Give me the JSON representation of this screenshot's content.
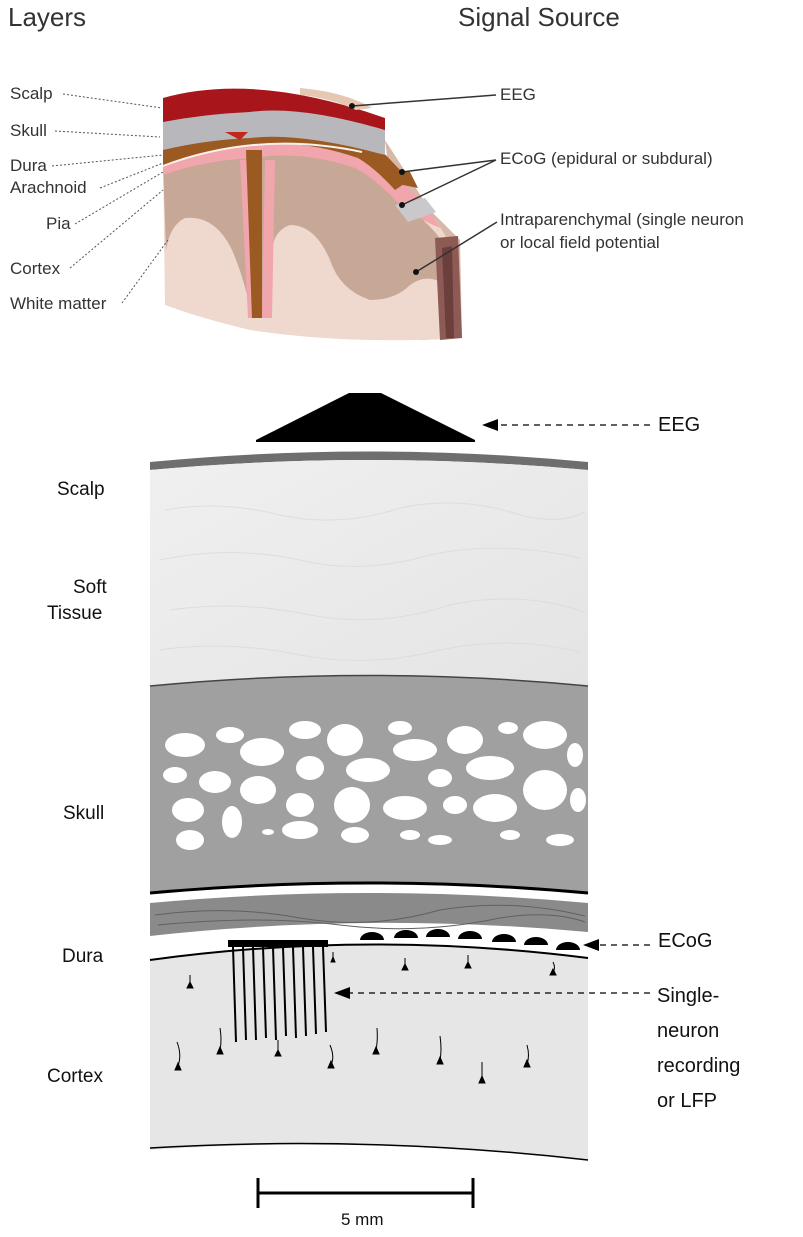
{
  "headers": {
    "layers": "Layers",
    "signal_source": "Signal Source"
  },
  "top_diagram": {
    "layers": [
      "Scalp",
      "Skull",
      "Dura",
      "Arachnoid",
      "Pia",
      "Cortex",
      "White matter"
    ],
    "sources": {
      "eeg": "EEG",
      "ecog": "ECoG (epidural or subdural)",
      "intra_line1": "Intraparenchymal (single neuron",
      "intra_line2": "or local field potential"
    },
    "colors": {
      "scalp": "#a8161c",
      "skull": "#b8b8bc",
      "dura": "#9a5a22",
      "pia": "#f1a5ad",
      "cortex": "#c7a796",
      "white_matter": "#efd9cf"
    }
  },
  "bottom_diagram": {
    "layers": {
      "scalp": "Scalp",
      "soft_tissue_1": "Soft",
      "soft_tissue_2": "Tissue",
      "skull": "Skull",
      "dura": "Dura",
      "cortex": "Cortex"
    },
    "sources": {
      "eeg": "EEG",
      "ecog": "ECoG",
      "single_1": "Single-",
      "single_2": "neuron",
      "single_3": "recording",
      "single_4": "or LFP"
    },
    "scale_bar": "5 mm",
    "colors": {
      "soft_tissue": "#ebebeb",
      "skull": "#a0a0a0",
      "skull_outer": "#8f8f8f",
      "dura": "#8a8a8a",
      "cortex": "#e6e6e6",
      "electrode": "#000000"
    }
  }
}
